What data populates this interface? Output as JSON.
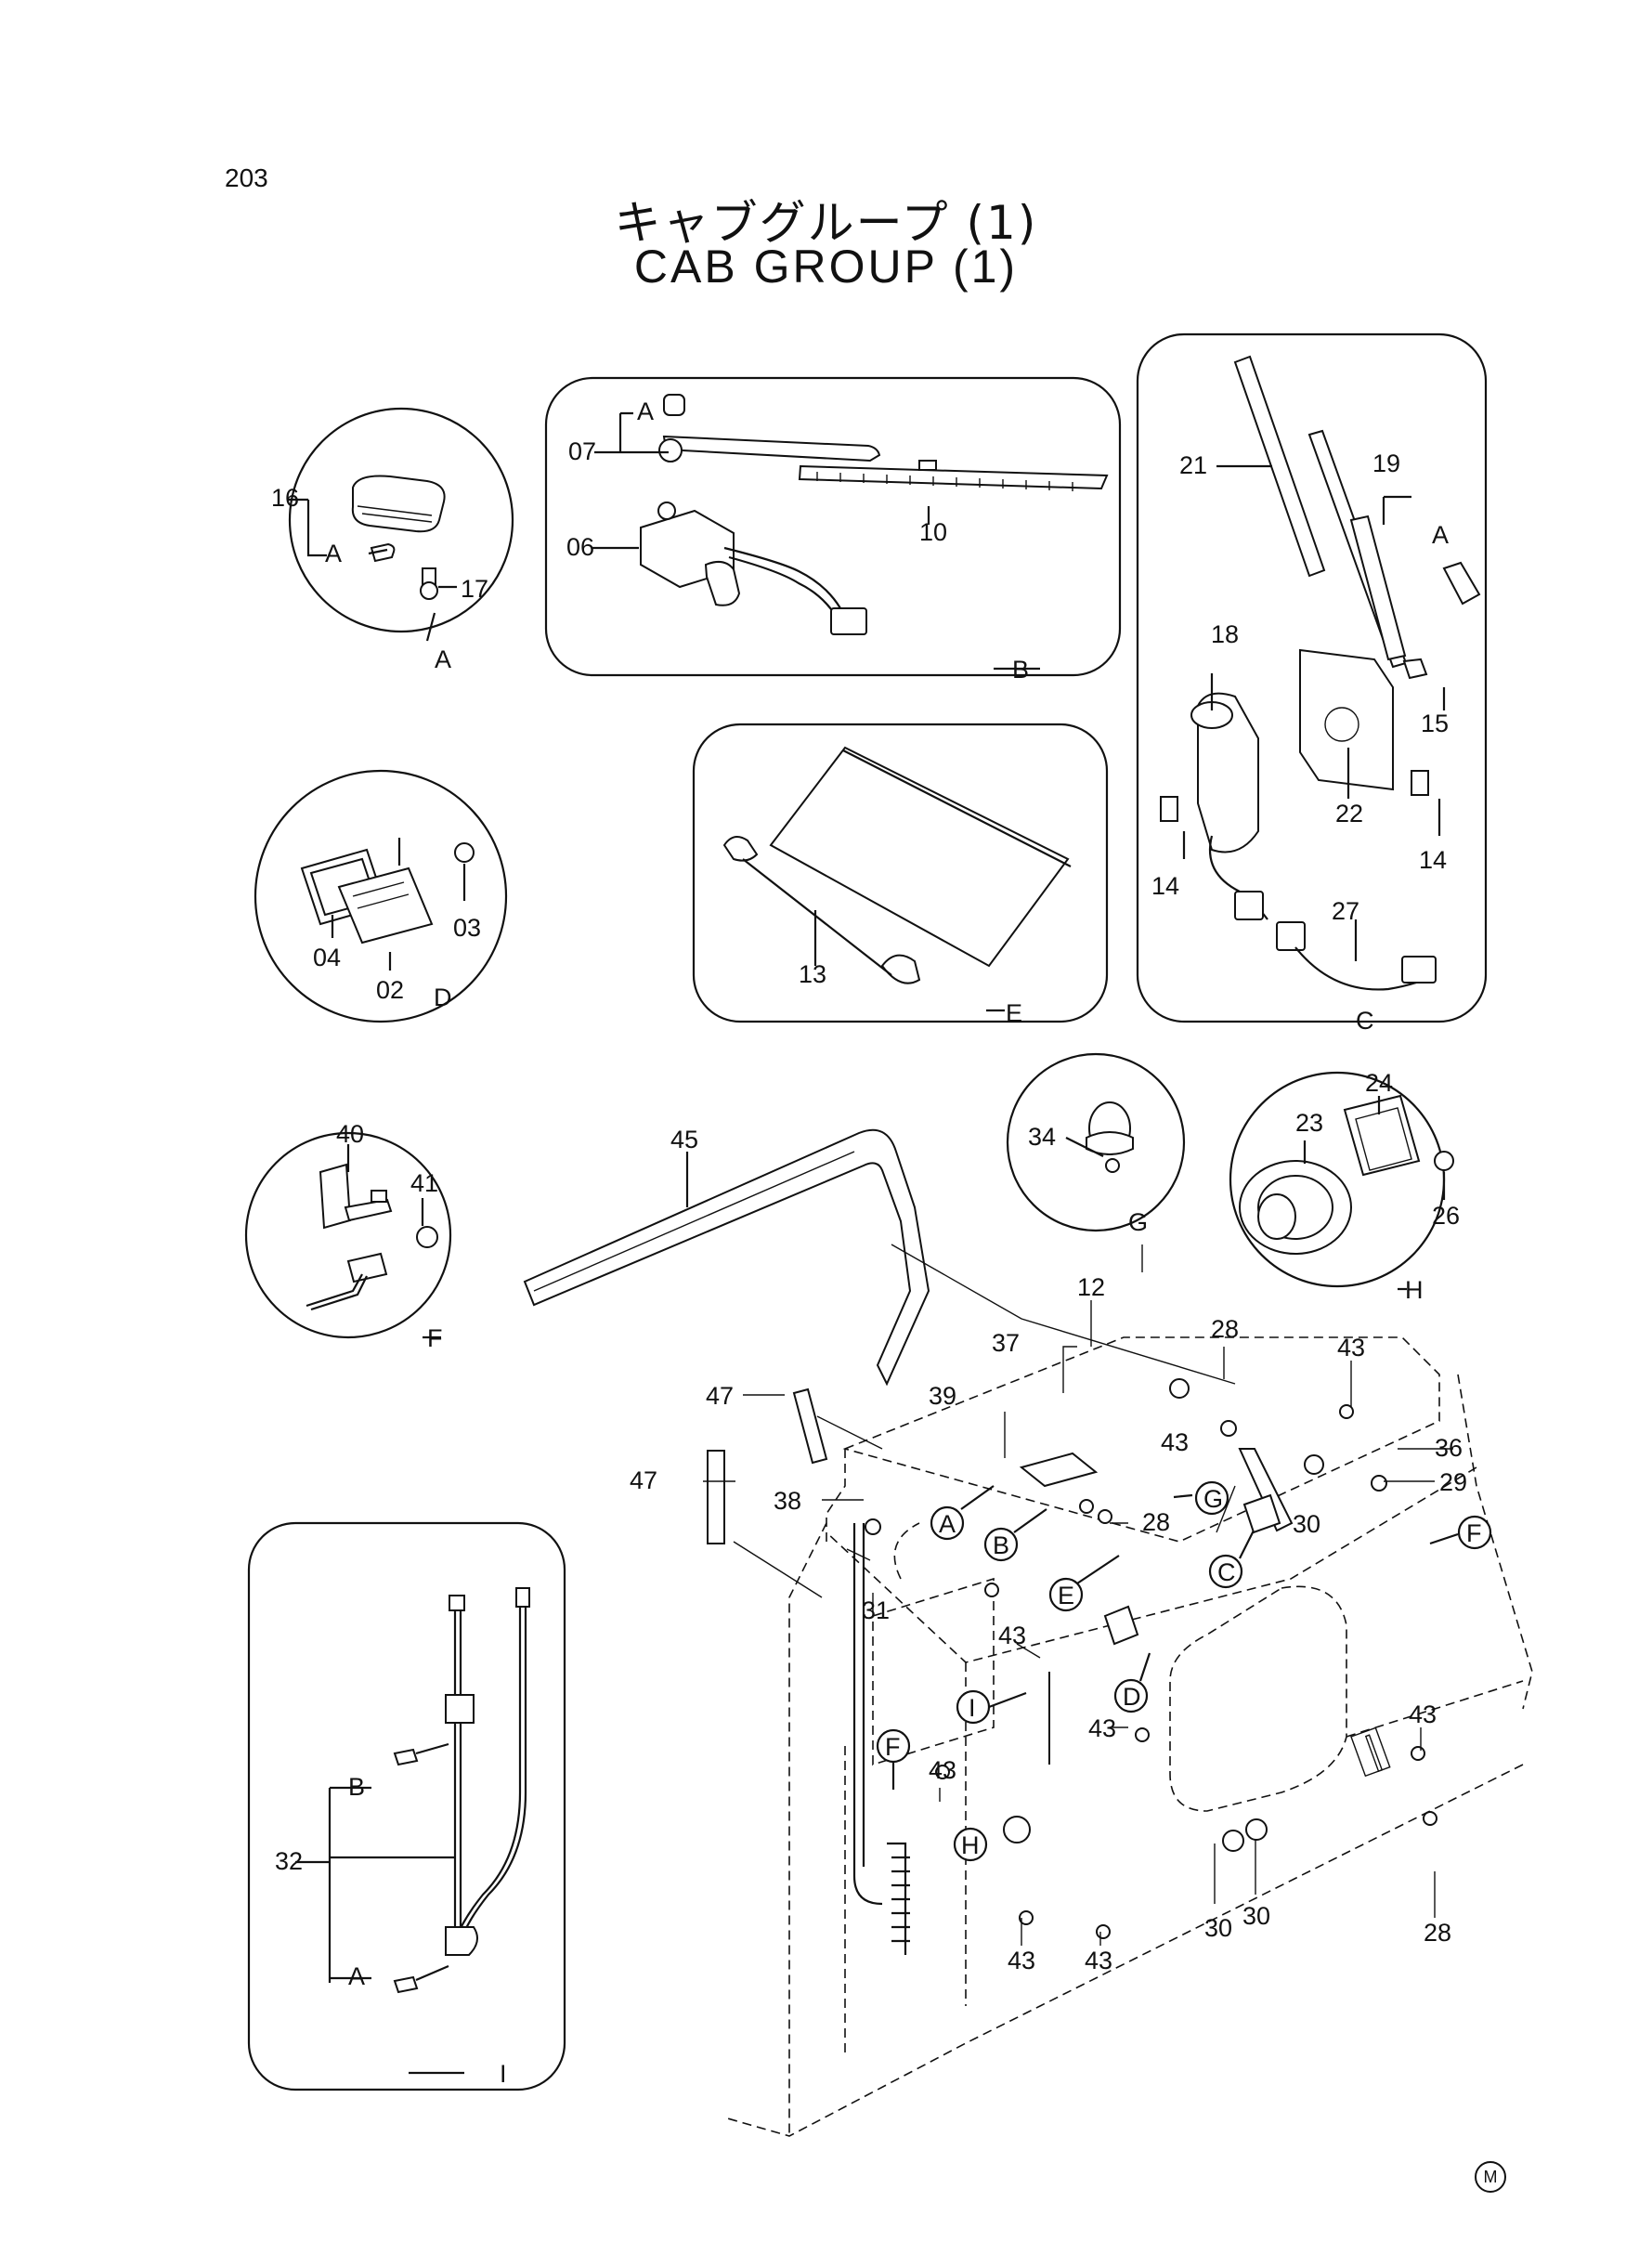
{
  "page_number": "203",
  "title_jp": "キャブグループ (1)",
  "title_en": "CAB GROUP (1)",
  "corner_mark": "M",
  "detail_labels": {
    "a": "A",
    "b": "B",
    "c": "C",
    "d": "D",
    "e": "E",
    "f": "F",
    "g": "G",
    "h": "H",
    "i": "I"
  },
  "part_numbers": {
    "p02": "02",
    "p03": "03",
    "p04": "04",
    "p06": "06",
    "p07": "07",
    "p10": "10",
    "p12": "12",
    "p13": "13",
    "p14": "14",
    "p15": "15",
    "p16": "16",
    "p17": "17",
    "p18": "18",
    "p19": "19",
    "p21": "21",
    "p22": "22",
    "p23": "23",
    "p24": "24",
    "p26": "26",
    "p27": "27",
    "p28": "28",
    "p29": "29",
    "p30": "30",
    "p31": "31",
    "p32": "32",
    "p34": "34",
    "p36": "36",
    "p37": "37",
    "p38": "38",
    "p39": "39",
    "p40": "40",
    "p41": "41",
    "p43": "43",
    "p45": "45",
    "p47": "47"
  },
  "sub_labels": {
    "a": "A",
    "b": "B"
  }
}
